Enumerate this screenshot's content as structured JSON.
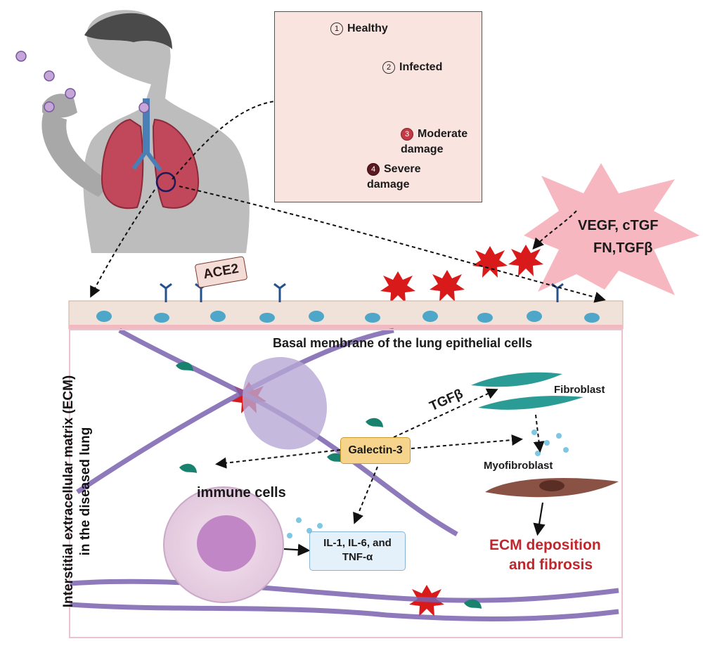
{
  "inset": {
    "stages": [
      {
        "num": "1",
        "label": "Healthy"
      },
      {
        "num": "2",
        "label": "Infected"
      },
      {
        "num": "3",
        "label": "Moderate damage"
      },
      {
        "num": "4",
        "label": "Severe damage"
      }
    ]
  },
  "cytokine_star": {
    "line1": "VEGF, cTGF",
    "line2": "FN,TGFβ"
  },
  "ace2_label": "ACE2",
  "basal_label": "Basal membrane of the lung epithelial cells",
  "ecm_axis_label": {
    "line1": "Interstitial extracellular matrix (ECM)",
    "line2": "in the diseased lung"
  },
  "galectin_label": "Galectin-3",
  "tgfb_label": "TGFβ",
  "fibroblast_label": "Fibroblast",
  "myofibroblast_label": "Myofibroblast",
  "immune_label": "immune cells",
  "interleukin_box": {
    "line1": "IL-1, IL-6, and",
    "line2": "TNF-α"
  },
  "outcome_label": {
    "line1": "ECM deposition",
    "line2": "and fibrosis"
  },
  "colors": {
    "skin": "#b9b9b9",
    "lung": "#c0485a",
    "star": "#d91a1a",
    "collagen": "#7b62b0",
    "galectin_box": "#f6d48c",
    "fibroblast": "#2b9b96",
    "myofibroblast": "#8a5145",
    "outcome_text": "#c0262b"
  }
}
